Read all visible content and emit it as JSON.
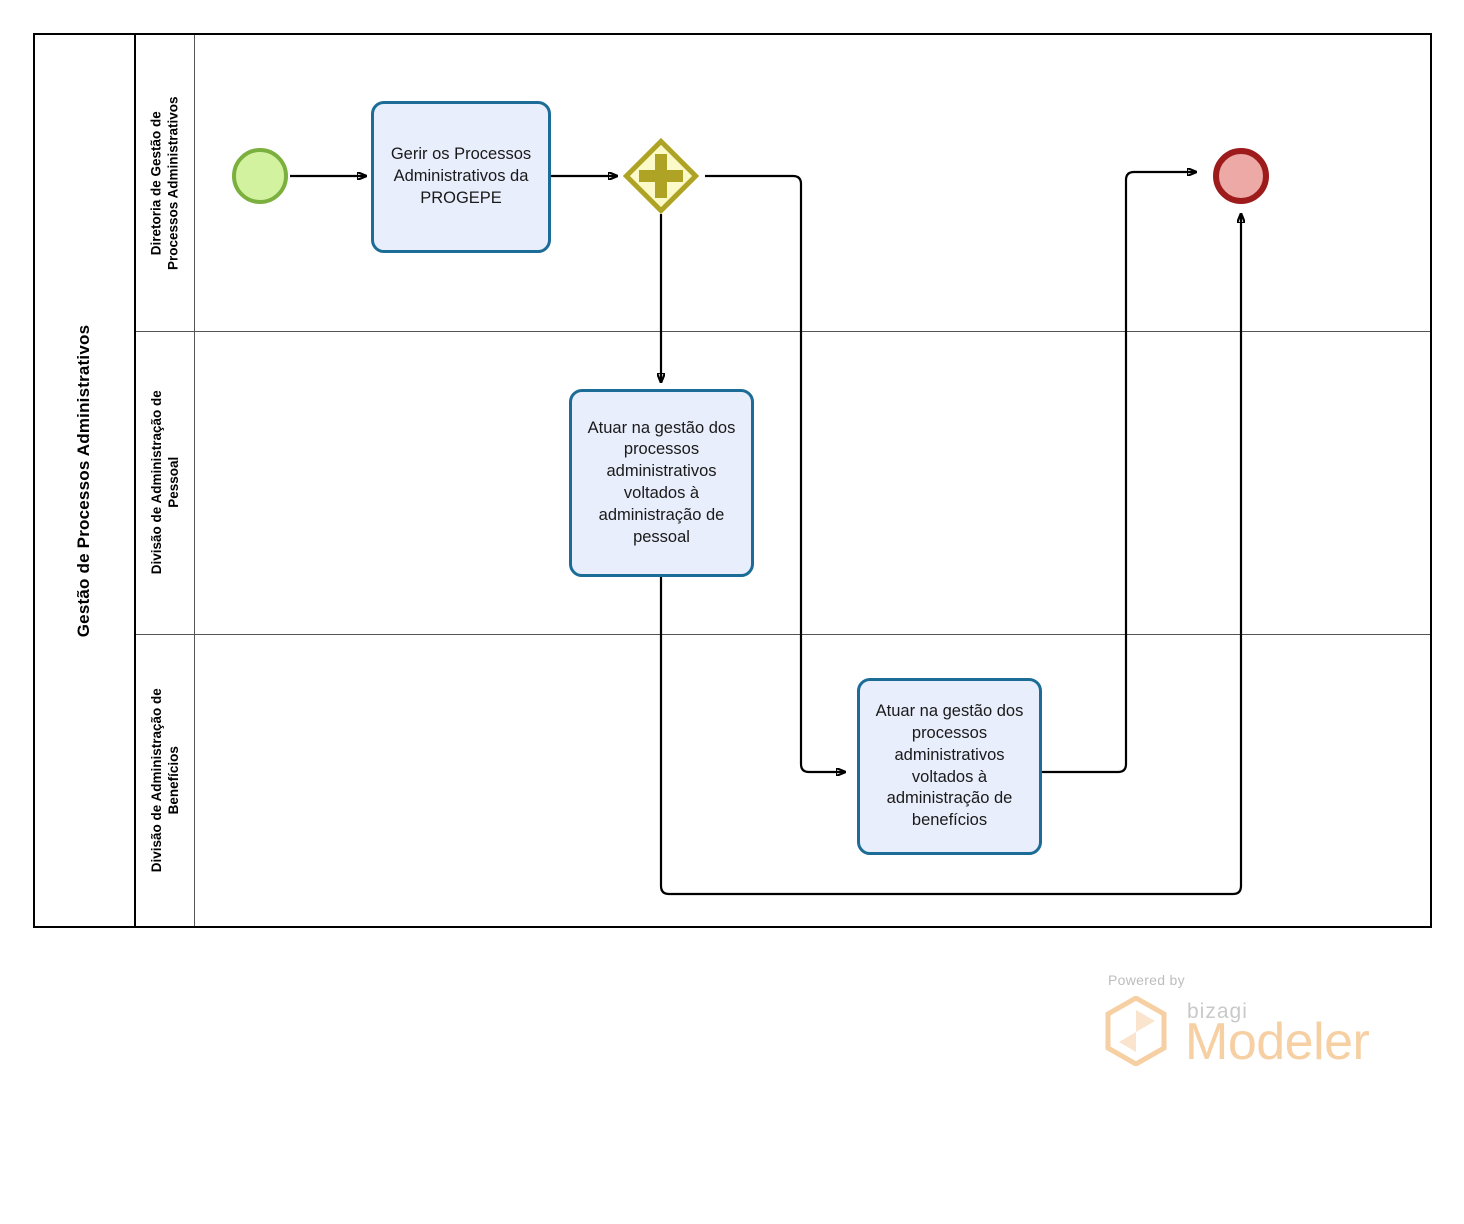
{
  "diagram": {
    "type": "bpmn-process-diagram",
    "pool": {
      "name": "Gestão de Processos Administrativos"
    },
    "lanes": [
      {
        "id": "lane-diretoria",
        "label": "Diretoria de Gestão de\nProcessos Administrativos"
      },
      {
        "id": "lane-pessoal",
        "label": "Divisão de Administração de\nPessoal"
      },
      {
        "id": "lane-beneficios",
        "label": "Divisão de Administração de\nBenefícios"
      }
    ],
    "nodes": [
      {
        "id": "start",
        "type": "start-event",
        "lane": "lane-diretoria",
        "label": ""
      },
      {
        "id": "task-gerir",
        "type": "task",
        "lane": "lane-diretoria",
        "label": "Gerir os Processos Administrativos da PROGEPE"
      },
      {
        "id": "gateway-parallel",
        "type": "parallel-gateway",
        "lane": "lane-diretoria",
        "label": ""
      },
      {
        "id": "task-pessoal",
        "type": "task",
        "lane": "lane-pessoal",
        "label": "Atuar na gestão dos processos administrativos voltados à administração de pessoal"
      },
      {
        "id": "task-beneficios",
        "type": "task",
        "lane": "lane-beneficios",
        "label": "Atuar na gestão dos processos administrativos voltados à administração de benefícios"
      },
      {
        "id": "end",
        "type": "end-event",
        "lane": "lane-diretoria",
        "label": ""
      }
    ],
    "colors": {
      "start_event_fill": "#D3F2A0",
      "start_event_stroke": "#7BAF3E",
      "end_event_fill": "#EDA9A6",
      "end_event_stroke": "#9E1B1B",
      "task_fill": "#E9EEFC",
      "task_stroke": "#1B6C96",
      "gateway_fill": "#FCFAC9",
      "gateway_stroke": "#AFA326",
      "flow_stroke": "#000000",
      "pool_stroke": "#000000",
      "lane_stroke": "#555555"
    }
  },
  "watermark": {
    "powered_by": "Powered by",
    "brand": "bizagi",
    "product": "Modeler",
    "brand_color": "#F6CFA3"
  }
}
